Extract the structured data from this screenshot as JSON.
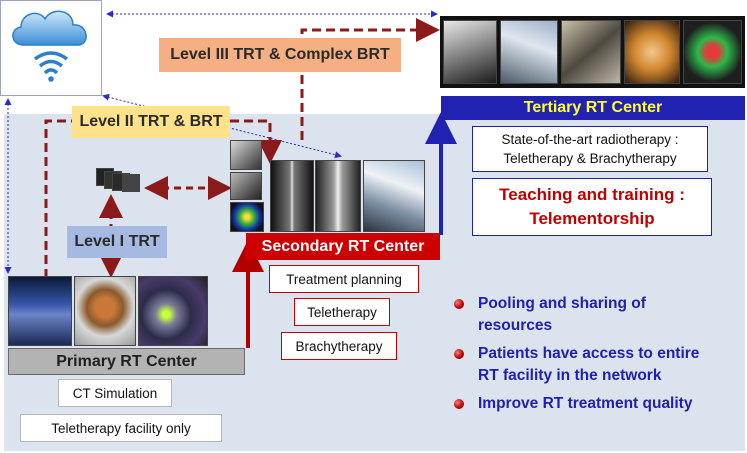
{
  "levels": {
    "level3": "Level III TRT &  Complex BRT",
    "level2": "Level II TRT & BRT",
    "level1": "Level I TRT"
  },
  "centers": {
    "primary": {
      "title": "Primary RT Center",
      "items": [
        "CT Simulation",
        "Teletherapy facility only"
      ]
    },
    "secondary": {
      "title": "Secondary RT Center",
      "items": [
        "Treatment planning",
        "Teletherapy",
        "Brachytherapy"
      ]
    },
    "tertiary": {
      "title": "Tertiary RT Center",
      "description_line1": "State-of-the-art radiotherapy :",
      "description_line2": "Teletherapy & Brachytherapy",
      "teaching_line1": "Teaching and training :",
      "teaching_line2": "Telementorship"
    }
  },
  "benefits": [
    {
      "line1": "Pooling and sharing of",
      "line2": "resources"
    },
    {
      "line1": "Patients have access to entire",
      "line2": "RT facility in the network"
    },
    {
      "line1": "Improve RT treatment quality",
      "line2": ""
    }
  ],
  "colors": {
    "dash_arrow": "#8b1a1a",
    "blue_link": "#2a2ad0",
    "tertiary_header": "#2222b2",
    "secondary_header": "#cc0000",
    "teaching_text": "#c00000"
  },
  "icons": {
    "cloud": "cloud-wifi-icon"
  }
}
